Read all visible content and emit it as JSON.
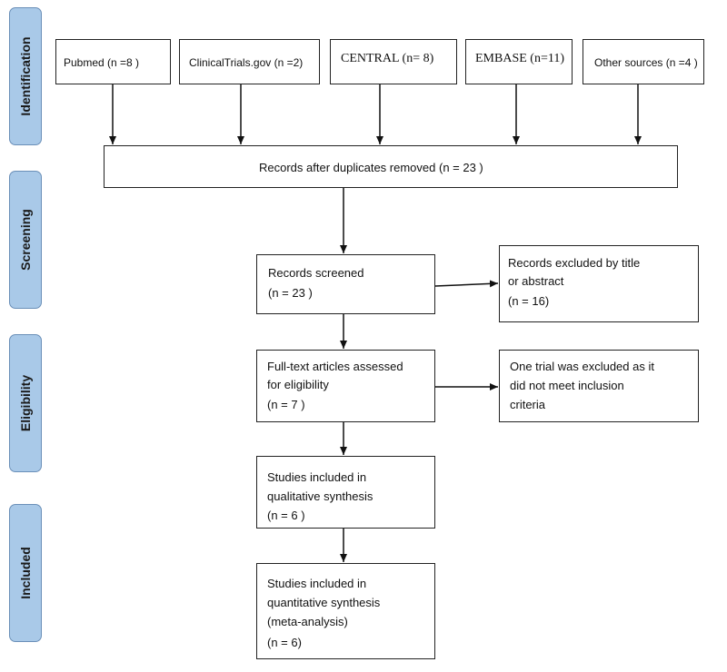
{
  "phases": {
    "identification": "Identification",
    "screening": "Screening",
    "eligibility": "Eligibility",
    "included": "Included"
  },
  "sources": {
    "pubmed": "Pubmed (n =8  )",
    "clinicaltrials": "ClinicalTrials.gov (n =2)",
    "central": "CENTRAL (n= 8)",
    "embase": "EMBASE (n=11)",
    "other": "Other sources (n =4 )"
  },
  "duplicates": {
    "label": "Records after duplicates removed (n = 23  )"
  },
  "screened": {
    "line1": "Records screened",
    "line2": "(n = 23  )"
  },
  "excluded_title": {
    "line1": "Records excluded by title",
    "line2": "or abstract",
    "line3": "(n = 16)"
  },
  "fulltext": {
    "line1": "Full-text articles assessed",
    "line2": "for eligibility",
    "line3": "(n  =  7 )"
  },
  "excluded_trial": {
    "line1": "One trial was excluded as it",
    "line2": "did not meet inclusion",
    "line3": "criteria"
  },
  "qualitative": {
    "line1": "Studies included in",
    "line2": "qualitative synthesis",
    "line3": "(n = 6  )"
  },
  "quantitative": {
    "line1": "Studies included in",
    "line2": "quantitative synthesis",
    "line3": "(meta-analysis)",
    "line4": "(n =   6)"
  }
}
